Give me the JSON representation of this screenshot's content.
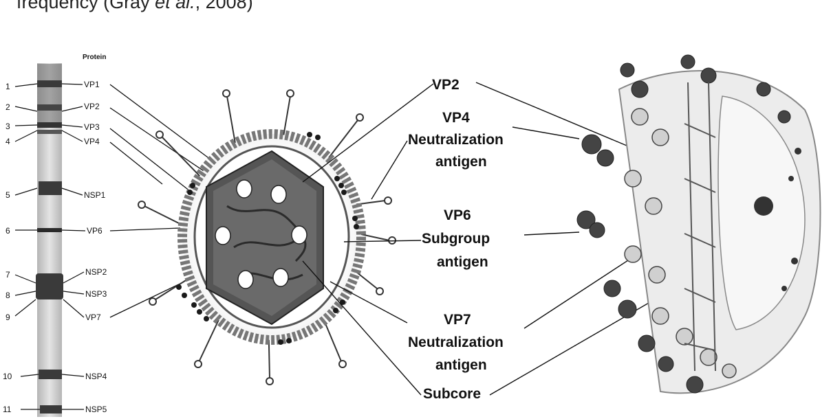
{
  "caption": {
    "prefix": "frequency (Gray ",
    "italic": "et al.",
    "suffix": ", 2008)"
  },
  "gel": {
    "header": "Protein",
    "segments": [
      "1",
      "2",
      "3",
      "4",
      "5",
      "6",
      "7",
      "8",
      "9",
      "10",
      "11"
    ],
    "proteins": [
      "VP1",
      "VP2",
      "VP3",
      "VP4",
      "NSP1",
      "VP6",
      "NSP2",
      "NSP3",
      "VP7",
      "NSP4",
      "NSP5"
    ]
  },
  "callouts": {
    "vp2": [
      "VP2"
    ],
    "vp4": [
      "VP4",
      "Neutralization",
      "antigen"
    ],
    "vp6": [
      "VP6",
      "Subgroup",
      "antigen"
    ],
    "vp7": [
      "VP7",
      "Neutralization",
      "antigen"
    ],
    "subcore": [
      "Subcore"
    ]
  },
  "colors": {
    "ink": "#111111",
    "gel_lane": "#c8c8c8",
    "band": "#3a3a3a",
    "particle_shell": "#9a9a9a",
    "core": "#555555"
  }
}
